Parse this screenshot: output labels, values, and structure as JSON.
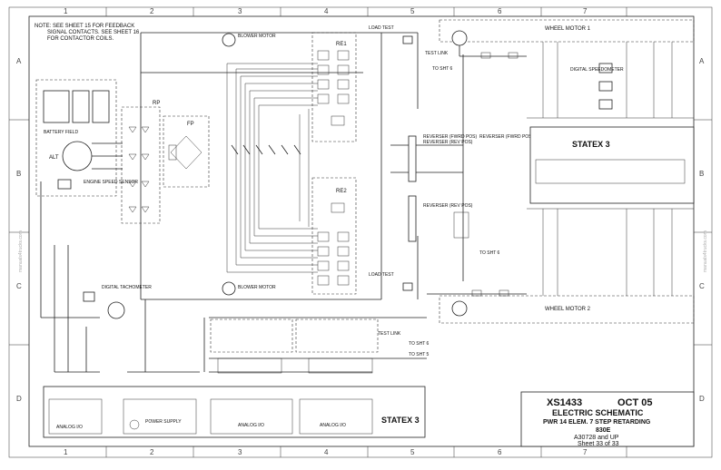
{
  "note": {
    "line1": "NOTE: SEE SHEET 15 FOR FEEDBACK",
    "line2": "SIGNAL CONTACTS. SEE SHEET 16",
    "line3": "FOR CONTACTOR COILS."
  },
  "grid": {
    "columns": [
      "1",
      "2",
      "3",
      "4",
      "5",
      "6",
      "7"
    ],
    "rows": [
      "A",
      "B",
      "C",
      "D"
    ]
  },
  "title_block": {
    "doc": "XS1433",
    "date": "OCT 05",
    "title": "ELECTRIC SCHEMATIC",
    "subtitle": "PWR 14 ELEM. 7 STEP RETARDING",
    "model": "830E",
    "serial": "A30728 and UP",
    "sheet": "Sheet 33 of 33"
  },
  "components": {
    "wheel_motor_1": "WHEEL MOTOR 1",
    "wheel_motor_2": "WHEEL MOTOR 2",
    "statex_top": "STATEX 3",
    "statex_bottom": "STATEX 3",
    "alt": "ALT",
    "rp": "RP",
    "fp": "FP",
    "re1": "RE1",
    "re2": "RE2",
    "battery_field": "BATTERY FIELD",
    "engine_speed_sensor": "ENGINE SPEED SENSOR",
    "blower_motor_1": "BLOWER MOTOR",
    "blower_motor_2": "BLOWER MOTOR",
    "digital_tachometer": "DIGITAL TACHOMETER",
    "digital_speedometer": "DIGITAL SPEEDOMETER",
    "reverser_fwd_1": "REVERSER (FWRD POS)",
    "reverser_rev_1": "REVERSER (REV POS)",
    "reverser_fwd_2": "REVERSER (FWRD POS)",
    "reverser_rev_2": "REVERSER (REV POS)",
    "power_supply": "POWER SUPPLY",
    "analog_io_left": "ANALOG I/O",
    "analog_io_mid": "ANALOG I/O",
    "analog_io_right": "ANALOG I/O",
    "load_test_top": "LOAD TEST",
    "load_test_bottom": "LOAD TEST",
    "test_link_top": "TEST LINK",
    "test_link_bottom": "TEST LINK"
  },
  "refs": {
    "to_sht_6_r1": "TO SHT 6",
    "to_sht_6_r2": "TO SHT 6",
    "to_sht_5_c": "TO SHT 5",
    "to_sht_6_d": "TO SHT 6"
  },
  "side_labels": {
    "left": "manuals4trucks.com",
    "right": "manuals4trucks.com"
  }
}
